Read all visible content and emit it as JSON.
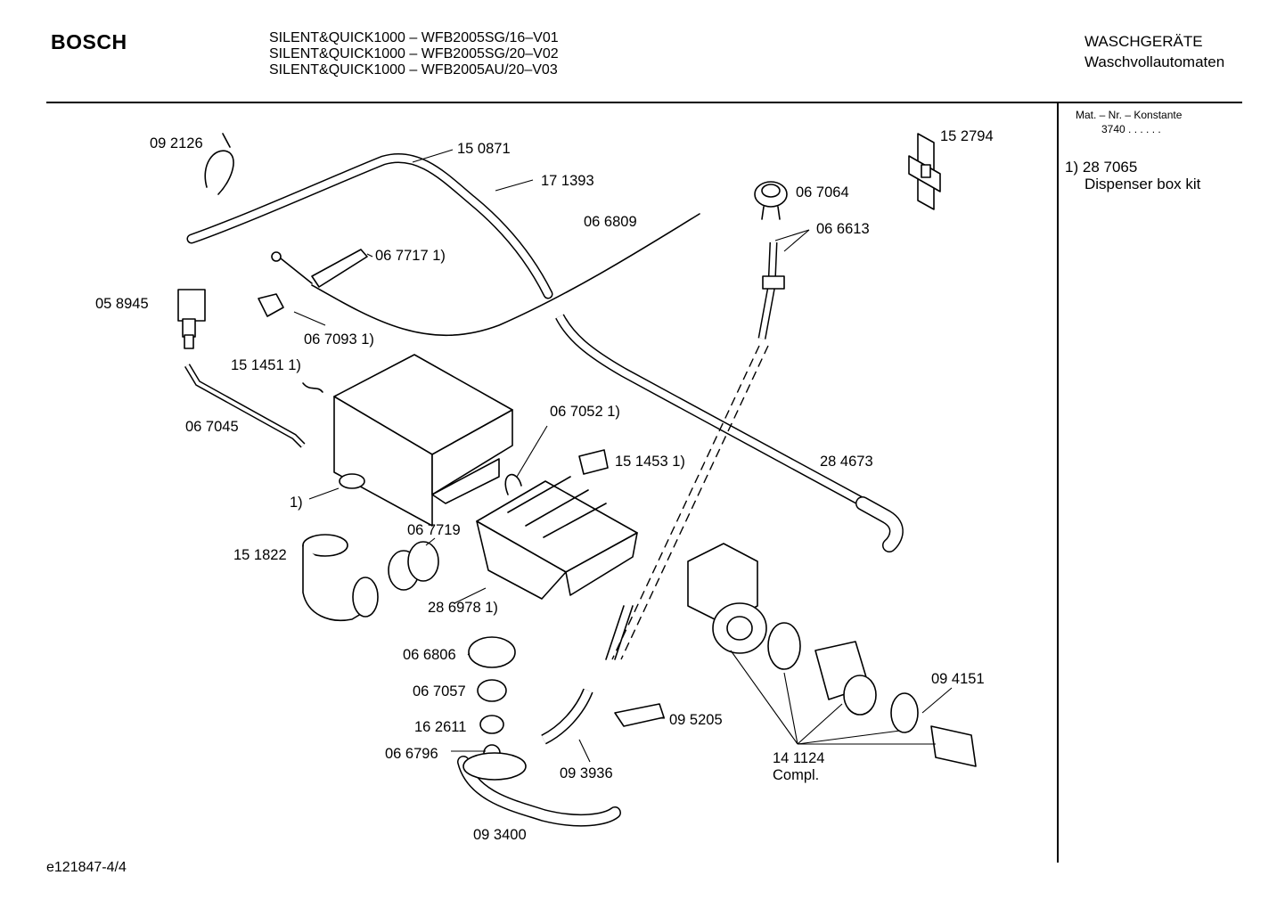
{
  "header": {
    "brand": "BOSCH",
    "models": [
      "SILENT&QUICK1000 – WFB2005SG/16–V01",
      "SILENT&QUICK1000 – WFB2005SG/20–V02",
      "SILENT&QUICK1000 – WFB2005AU/20–V03"
    ],
    "category": "WASCHGERÄTE",
    "subcategory": "Waschvollautomaten"
  },
  "sidebar": {
    "matnr_label": "Mat. – Nr. – Konstante",
    "matnr_value": "3740  .  .   .  .  .  .",
    "footnote_marker": "1)",
    "footnote_partnumber": "28 7065",
    "footnote_text": "Dispenser box kit"
  },
  "labels": {
    "p092126": "09 2126",
    "p150871": "15 0871",
    "p171393": "17 1393",
    "p152794": "15 2794",
    "p066809": "06 6809",
    "p067064": "06 7064",
    "p066613": "06 6613",
    "p067717": "06 7717 1)",
    "p058945": "05 8945",
    "p067093": "06 7093 1)",
    "p151451": "15 1451 1)",
    "p067045": "06 7045",
    "p067052": "06 7052 1)",
    "p151453": "15 1453 1)",
    "p284673": "28 4673",
    "p1": "1)",
    "p067719": "06 7719",
    "p151822": "15 1822",
    "p286978": "28 6978 1)",
    "p066806": "06 6806",
    "p067057": "06 7057",
    "p162611": "16 2611",
    "p066796": "06 6796",
    "p093936": "09 3936",
    "p095205": "09 5205",
    "p094151": "09 4151",
    "p141124": "14 1124",
    "p141124b": "Compl.",
    "p093400": "09 3400"
  },
  "footer": {
    "doc_id": "e121847-4/4"
  }
}
